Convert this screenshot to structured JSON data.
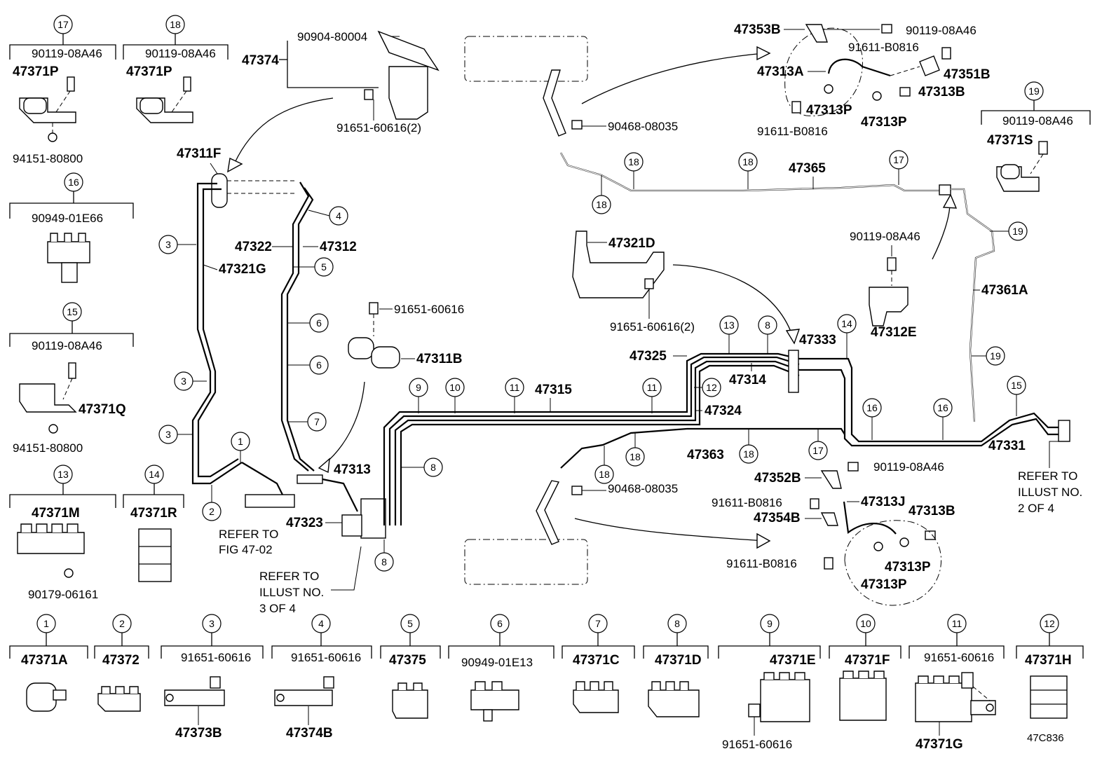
{
  "callouts": [
    "1",
    "2",
    "3",
    "4",
    "5",
    "6",
    "7",
    "8",
    "9",
    "10",
    "11",
    "12",
    "13",
    "14",
    "15",
    "16",
    "17",
    "18",
    "19"
  ],
  "boxes": {
    "b17": {
      "num": "17",
      "bolt": "90119-08A46",
      "part": "47371P"
    },
    "b18": {
      "num": "18",
      "bolt": "90119-08A46",
      "part": "47371P"
    },
    "b16": {
      "num": "16",
      "part": "90949-01E66"
    },
    "b15": {
      "num": "15",
      "bolt": "90119-08A46",
      "part": "47371Q",
      "nut": "94151-80800"
    },
    "b13": {
      "num": "13",
      "part": "47371M",
      "nut": "90179-06161"
    },
    "b14": {
      "num": "14",
      "part": "47371R"
    },
    "b19": {
      "num": "19",
      "bolt": "90119-08A46",
      "part": "47371S"
    },
    "nut17": "94151-80800"
  },
  "bottom_row": [
    {
      "num": "1",
      "label": "47371A"
    },
    {
      "num": "2",
      "label": "47372"
    },
    {
      "num": "3",
      "label": "91651-60616",
      "sub": "47373B"
    },
    {
      "num": "4",
      "label": "91651-60616",
      "sub": "47374B"
    },
    {
      "num": "5",
      "label": "47375"
    },
    {
      "num": "6",
      "label": "90949-01E13"
    },
    {
      "num": "7",
      "label": "47371C"
    },
    {
      "num": "8",
      "label": "47371D"
    },
    {
      "num": "9",
      "label": "47371E",
      "sub": "91651-60616"
    },
    {
      "num": "10",
      "label": "47371F"
    },
    {
      "num": "11",
      "label": "91651-60616",
      "sub": "47371G"
    },
    {
      "num": "12",
      "label": "47371H"
    }
  ],
  "labels": {
    "p47374": "47374",
    "p90904": "90904-80004",
    "p91651_2a": "91651-60616(2)",
    "p47311F": "47311F",
    "p47322": "47322",
    "p47312": "47312",
    "p47321G": "47321G",
    "p91651a": "91651-60616",
    "p47311B": "47311B",
    "p47313": "47313",
    "p47323": "47323",
    "refer1a": "REFER TO",
    "refer1b": "FIG 47-02",
    "refer3a": "REFER TO",
    "refer3b": "ILLUST NO.",
    "refer3c": "3 OF 4",
    "p47315": "47315",
    "p47324": "47324",
    "p47325": "47325",
    "p47314": "47314",
    "p47333": "47333",
    "p47363": "47363",
    "p47331": "47331",
    "refer2a": "REFER TO",
    "refer2b": "ILLUST NO.",
    "refer2c": "2 OF 4",
    "p47321D": "47321D",
    "p91651_2b": "91651-60616(2)",
    "p47365": "47365",
    "p90468a": "90468-08035",
    "p90468b": "90468-08035",
    "p47361A": "47361A",
    "p90119e": "90119-08A46",
    "p47312E": "47312E",
    "p47353B": "47353B",
    "p90119f": "90119-08A46",
    "p91611a": "91611-B0816",
    "p47313A": "47313A",
    "p47351B": "47351B",
    "p47313B1": "47313B",
    "p47313P1": "47313P",
    "p47313P2": "47313P",
    "p91611b": "91611-B0816",
    "p47352B": "47352B",
    "p90119g": "90119-08A46",
    "p91611c": "91611-B0816",
    "p47313J": "47313J",
    "p47354B": "47354B",
    "p47313B2": "47313B",
    "p47313P3": "47313P",
    "p47313P4": "47313P",
    "p91611d": "91611-B0816",
    "code": "47C836"
  }
}
